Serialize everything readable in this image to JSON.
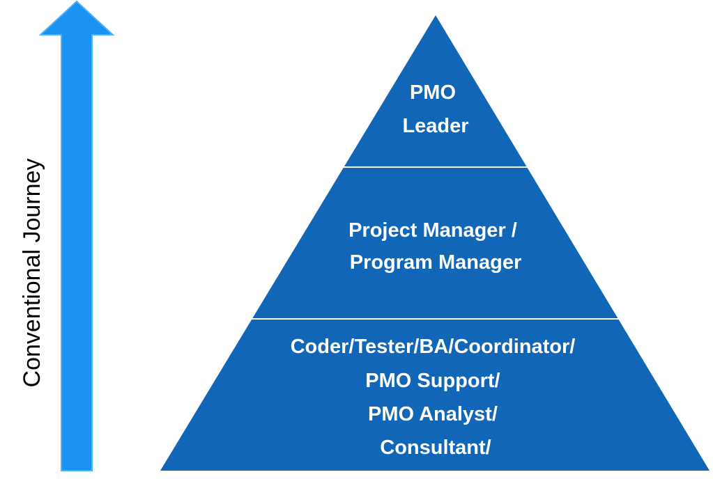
{
  "colors": {
    "pyramid": "#1166b8",
    "arrow": "#1a93f0",
    "arrow_edge": "#4fb1f7",
    "divider": "#ffffff",
    "text": "#ffffff",
    "axis_text": "#000000"
  },
  "axis_label": "Conventional Journey",
  "tiers": [
    {
      "id": "top",
      "lines": [
        "PMO",
        "Leader"
      ]
    },
    {
      "id": "middle",
      "lines": [
        "Project Manager /",
        "Program Manager"
      ]
    },
    {
      "id": "bottom",
      "lines": [
        "Coder/Tester/BA/Coordinator/",
        "PMO Support/",
        "PMO Analyst/",
        "Consultant/"
      ]
    }
  ]
}
